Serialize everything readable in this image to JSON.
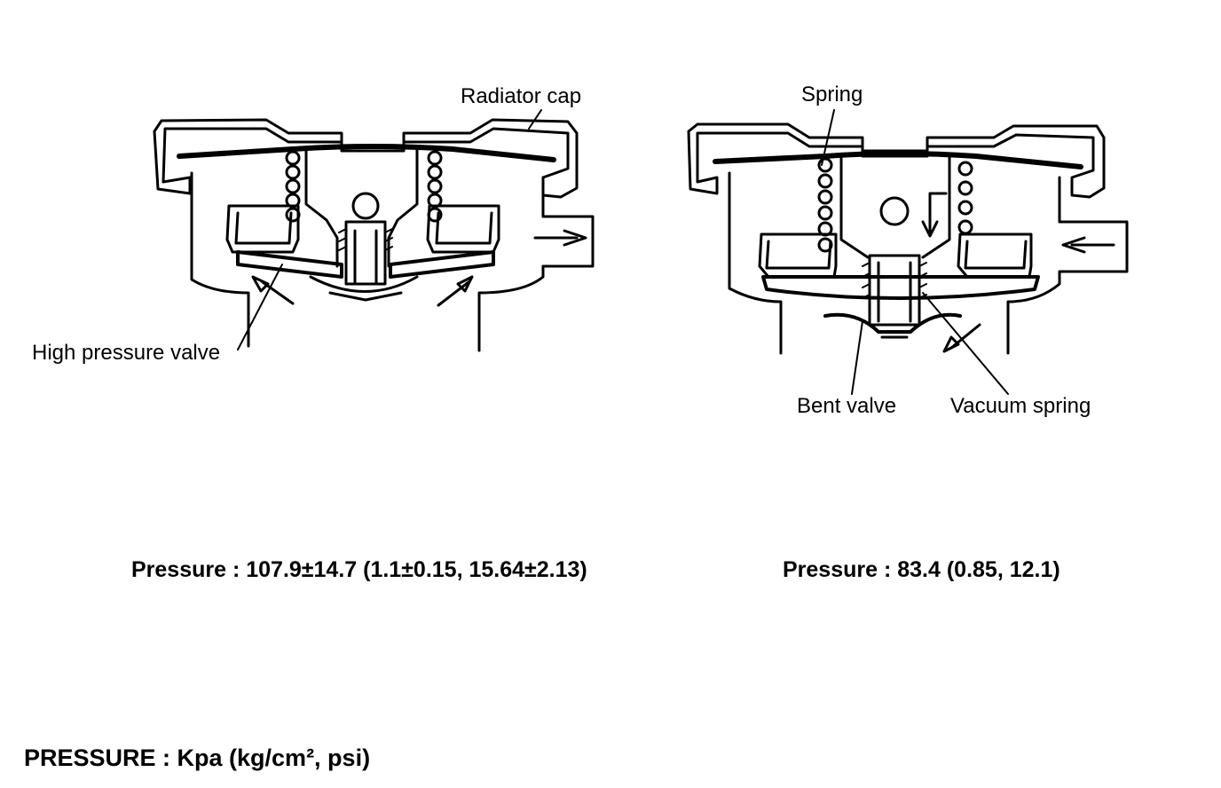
{
  "left_view": {
    "radiator_cap_label": "Radiator cap",
    "high_pressure_valve_label": "High pressure valve",
    "pressure_caption": "Pressure : 107.9±14.7 (1.1±0.15, 15.64±2.13)"
  },
  "right_view": {
    "spring_label": "Spring",
    "bent_valve_label": "Bent valve",
    "vacuum_spring_label": "Vacuum spring",
    "pressure_caption": "Pressure : 83.4 (0.85, 12.1)"
  },
  "footer": {
    "units_note": "PRESSURE : Kpa (kg/cm², psi)"
  }
}
